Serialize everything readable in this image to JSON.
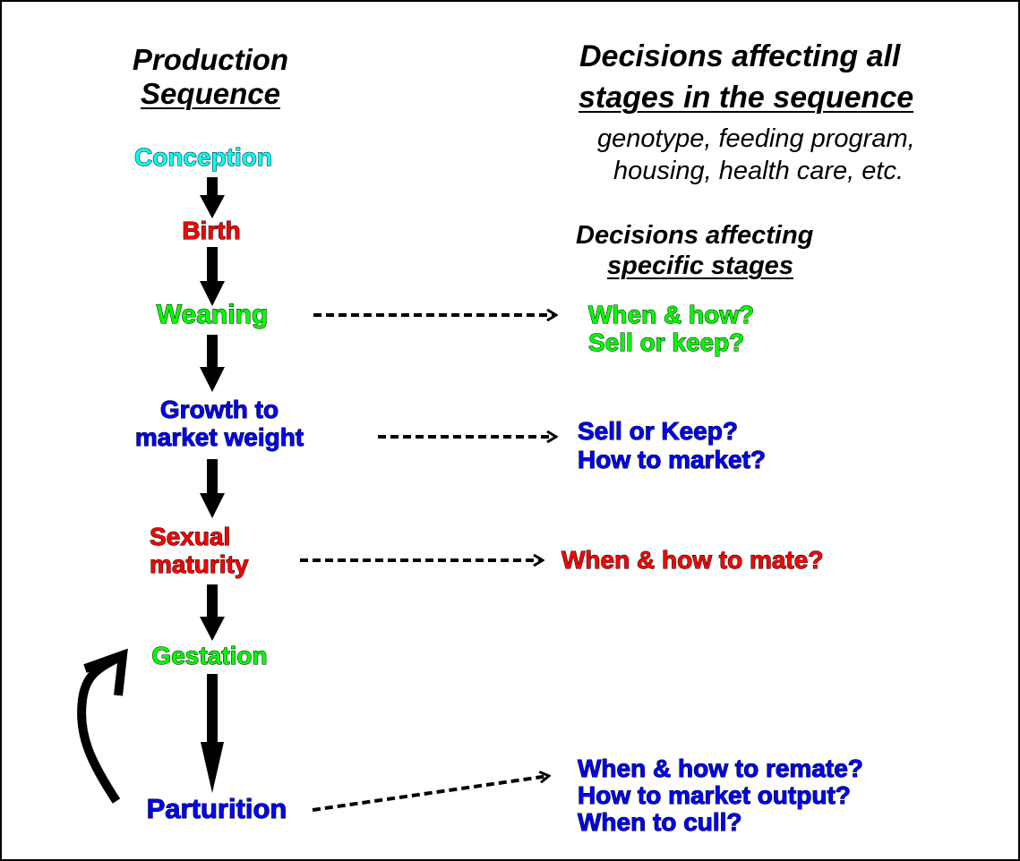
{
  "left_header": {
    "line1": "Production",
    "line2": "Sequence"
  },
  "right_header": {
    "line1": "Decisions affecting all",
    "line2": "stages in the sequence",
    "note1": "genotype, feeding program,",
    "note2": "housing, health care, etc."
  },
  "specific_header": {
    "line1": "Decisions affecting",
    "line2": "specific stages"
  },
  "stages": {
    "conception": "Conception",
    "birth": "Birth",
    "weaning": "Weaning",
    "growth1": "Growth to",
    "growth2": "market weight",
    "sexual1": "Sexual",
    "sexual2": "maturity",
    "gestation": "Gestation",
    "parturition": "Parturition"
  },
  "decisions": {
    "weaning": [
      "When & how?",
      "Sell or keep?"
    ],
    "growth": [
      "Sell or Keep?",
      "How to market?"
    ],
    "maturity": [
      "When & how to mate?"
    ],
    "parturition": [
      "When & how to remate?",
      "How to market output?",
      "When to cull?"
    ]
  },
  "colors": {
    "cyan": "#00ffff",
    "red": "#ff0000",
    "green": "#00ff00",
    "blue": "#0000ff"
  }
}
